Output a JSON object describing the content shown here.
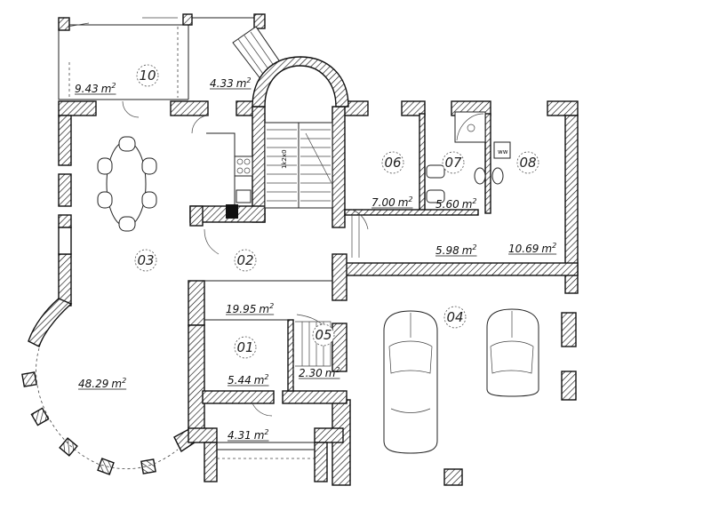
{
  "rooms": [
    {
      "id": "r10",
      "number": "10",
      "area": "9.43",
      "unit": "m",
      "sup": "2"
    },
    {
      "id": "r10b",
      "number": "",
      "area": "4.33",
      "unit": "m",
      "sup": "2"
    },
    {
      "id": "r06",
      "number": "06",
      "area": "7.00",
      "unit": "m",
      "sup": "2"
    },
    {
      "id": "r07",
      "number": "07",
      "area": "5.60",
      "unit": "m",
      "sup": "2"
    },
    {
      "id": "r08",
      "number": "08",
      "area": "10.69",
      "unit": "m",
      "sup": "2"
    },
    {
      "id": "r08b",
      "number": "",
      "area": "5.98",
      "unit": "m",
      "sup": "2"
    },
    {
      "id": "r03",
      "number": "03",
      "area": "48.29",
      "unit": "m",
      "sup": "2"
    },
    {
      "id": "r02",
      "number": "02",
      "area": "19.95",
      "unit": "m",
      "sup": "2"
    },
    {
      "id": "r01",
      "number": "01",
      "area": "5.44",
      "unit": "m",
      "sup": "2"
    },
    {
      "id": "r05",
      "number": "05",
      "area": "2.30",
      "unit": "m",
      "sup": "2"
    },
    {
      "id": "r04",
      "number": "04",
      "area": "",
      "unit": "",
      "sup": ""
    },
    {
      "id": "rvest",
      "number": "",
      "area": "4.31",
      "unit": "m",
      "sup": "2"
    }
  ],
  "labels": {
    "stair_tag": "1k2x0",
    "wc_tag": "ww"
  }
}
